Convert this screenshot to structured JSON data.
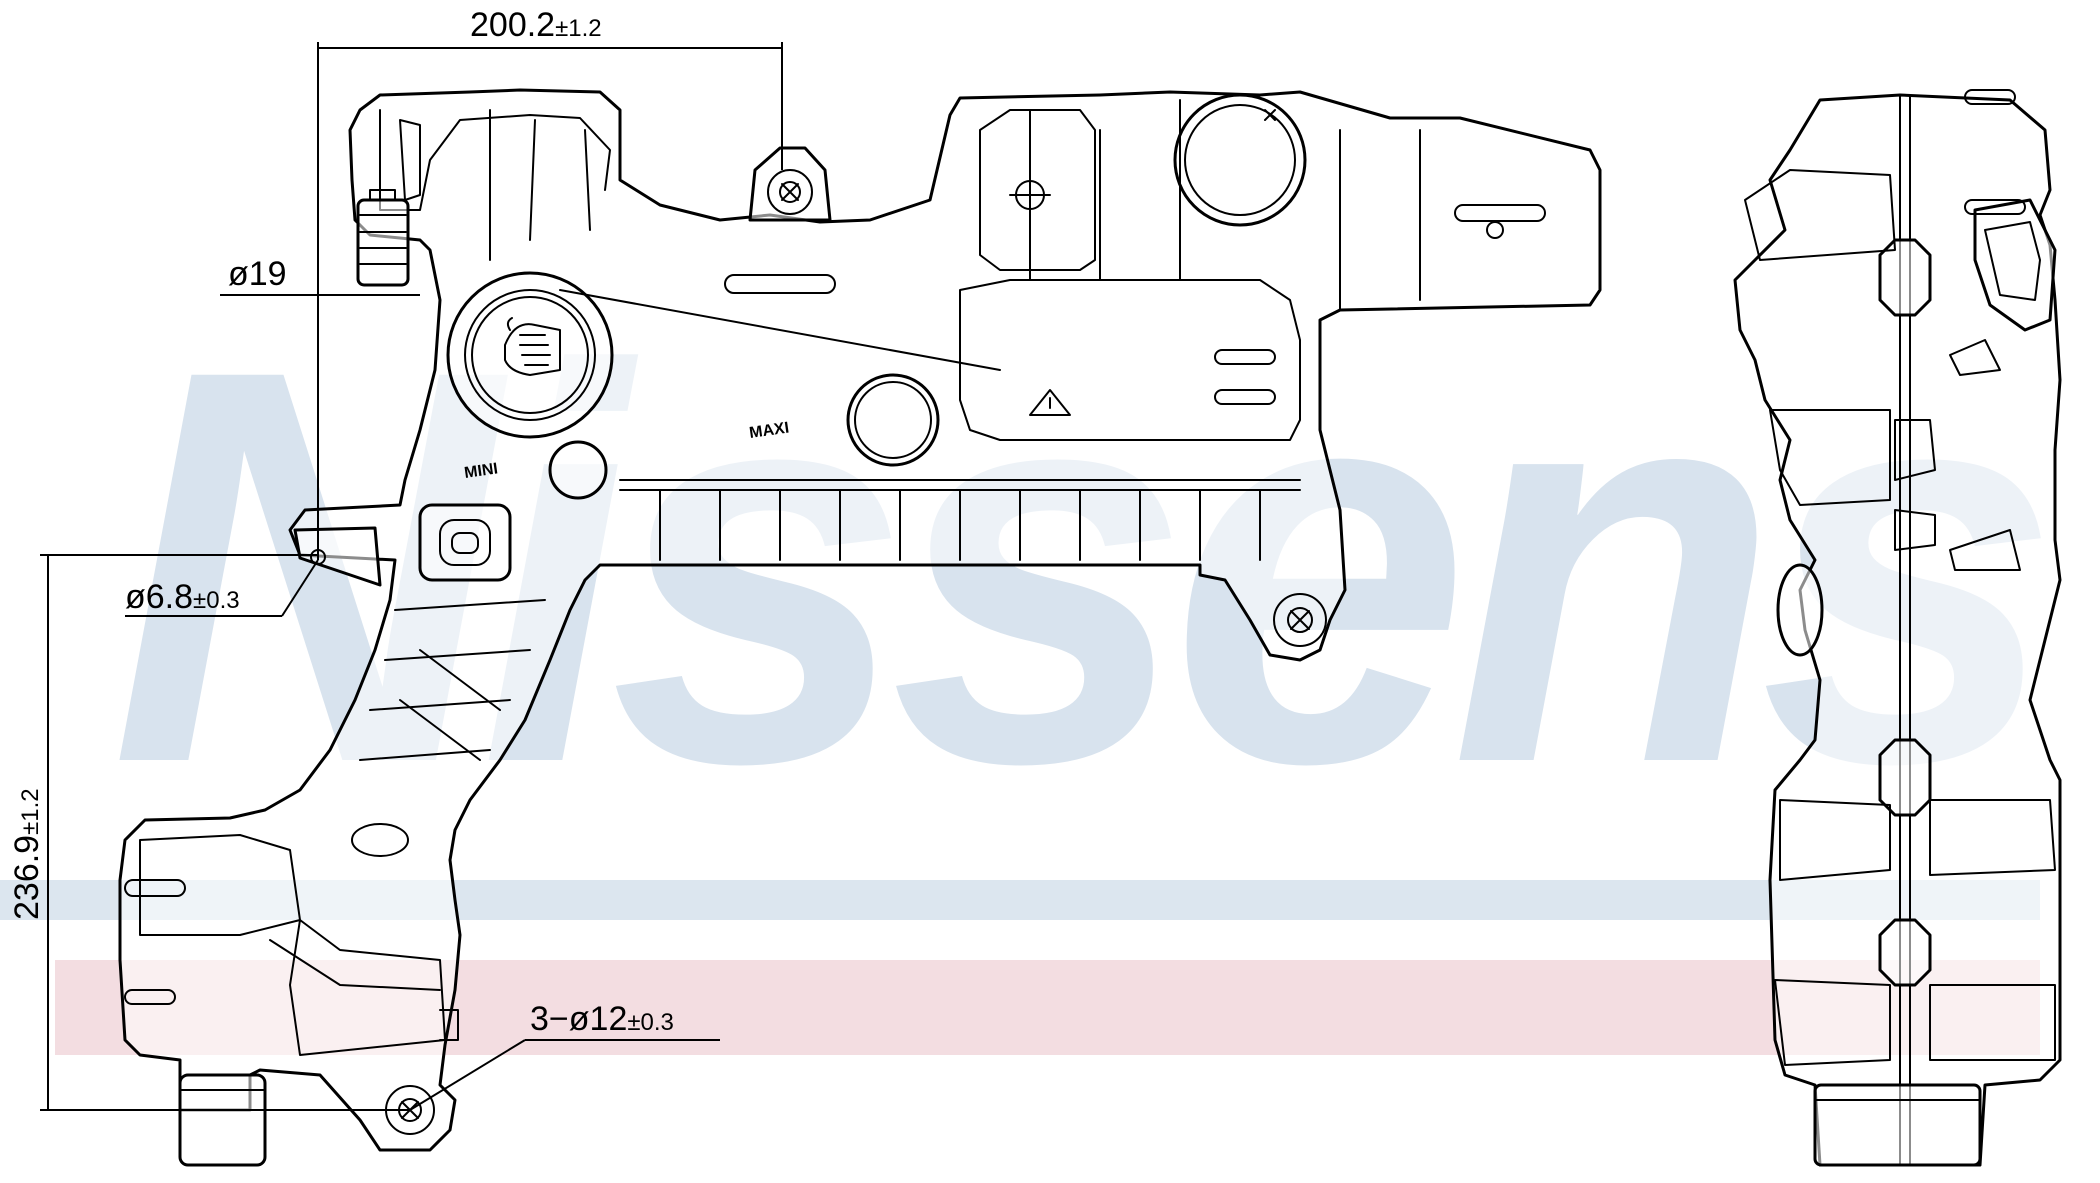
{
  "watermark": {
    "text": "Nissens",
    "color": "#d8e3ee",
    "band_blue": "#dce6ef",
    "band_red": "#f3dde1"
  },
  "dimensions": {
    "width_top": {
      "value": "200.2",
      "tol": "±1.2"
    },
    "dia_19": {
      "value": "ø19"
    },
    "dia_6_8": {
      "value": "ø6.8",
      "tol": "±0.3"
    },
    "height_left": {
      "value": "236.9",
      "tol": "±1.2"
    },
    "holes": {
      "value": "3−ø12",
      "tol": "±0.3"
    }
  },
  "markings": {
    "maxi": "MAXI",
    "mini": "MINI"
  },
  "icons": {
    "warning": "warning-triangle-icon",
    "hand": "hand-cap-icon"
  }
}
